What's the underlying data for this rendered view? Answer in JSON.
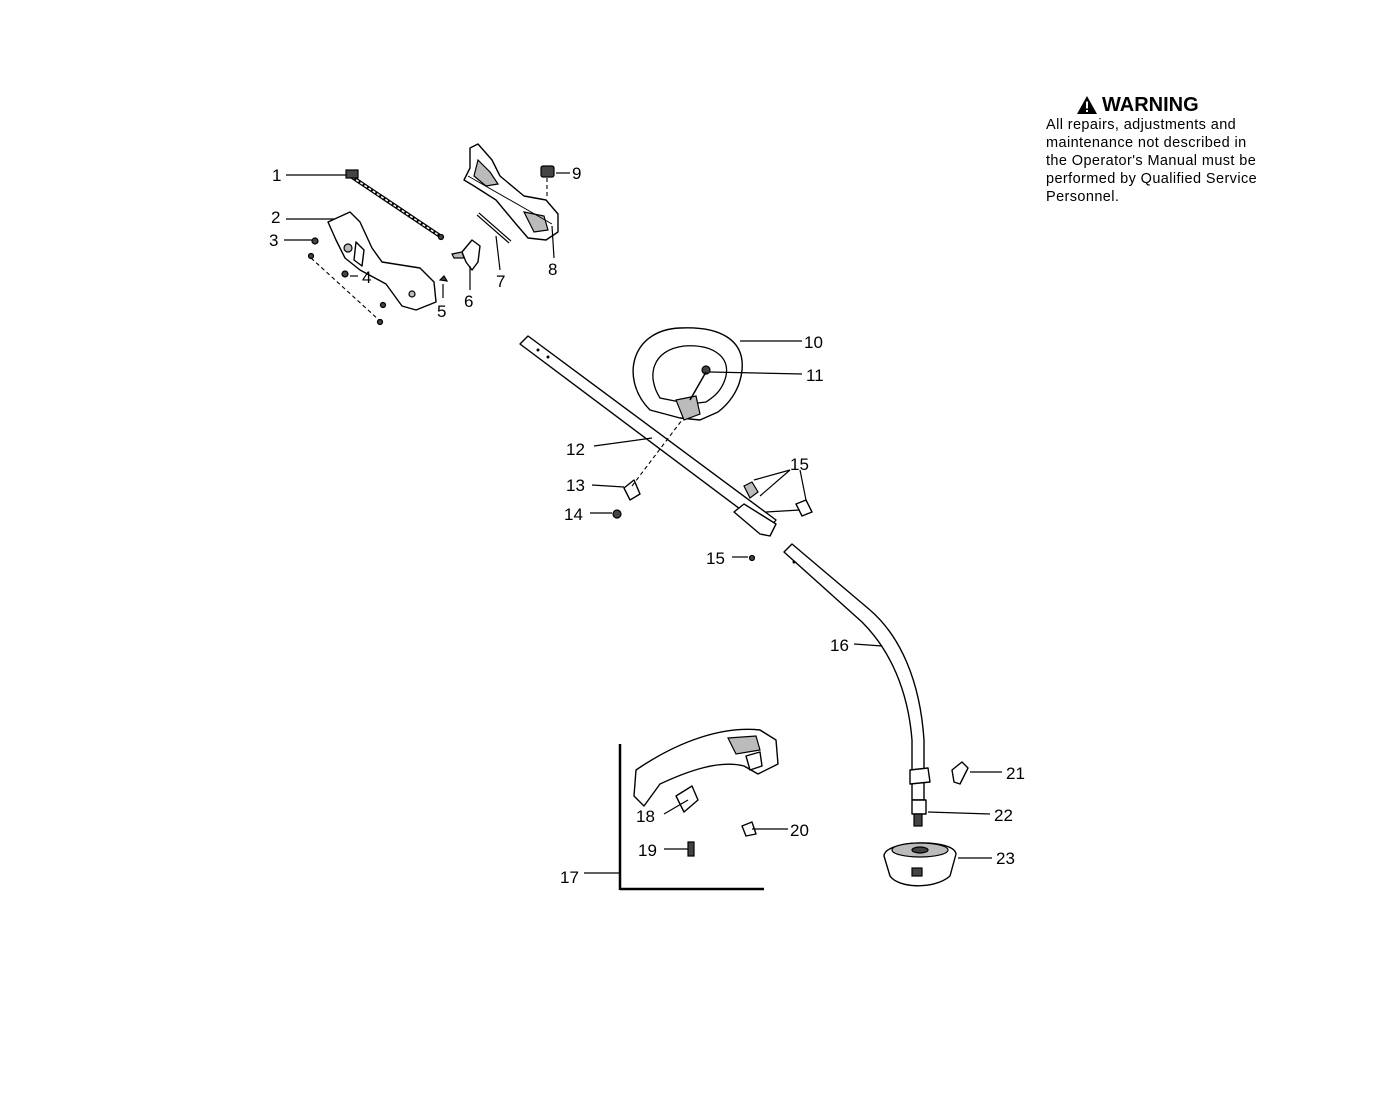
{
  "warning": {
    "title": "WARNING",
    "body": "All repairs, adjustments and\nmaintenance not described in\nthe Operator's Manual must be\nperformed by Qualified Service\nPersonnel.",
    "icon": "warning-triangle-icon"
  },
  "callouts": [
    "1",
    "2",
    "3",
    "4",
    "5",
    "6",
    "7",
    "8",
    "9",
    "10",
    "11",
    "12",
    "13",
    "14",
    "15",
    "15",
    "16",
    "17",
    "18",
    "19",
    "20",
    "21",
    "22",
    "23"
  ]
}
